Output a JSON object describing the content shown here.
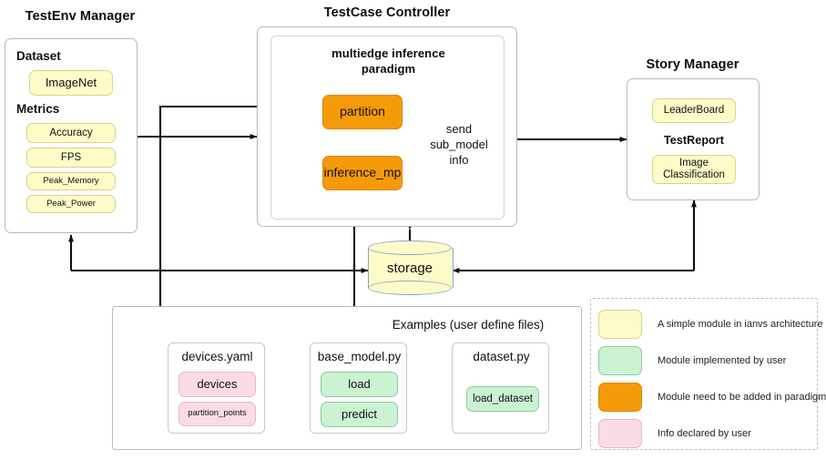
{
  "titles": {
    "testenv": "TestEnv Manager",
    "testcase": "TestCase Controller",
    "story": "Story Manager"
  },
  "testenv": {
    "dataset_label": "Dataset",
    "dataset_items": [
      "ImageNet"
    ],
    "metrics_label": "Metrics",
    "metrics_items": [
      "Accuracy",
      "FPS",
      "Peak_Memory",
      "Peak_Power"
    ]
  },
  "testcase": {
    "paradigm_line1": "multiedge inference",
    "paradigm_line2": "paradigm",
    "modules": [
      "partition",
      "inference_mp"
    ],
    "edge_label_lines": [
      "send",
      "sub_model",
      "info"
    ]
  },
  "story": {
    "leaderboard": "LeaderBoard",
    "testreport_label": "TestReport",
    "report_item_line1": "Image",
    "report_item_line2": "Classification"
  },
  "storage": {
    "label": "storage"
  },
  "examples": {
    "caption": "Examples (user define files)",
    "files": [
      {
        "name": "devices.yaml",
        "items": [
          "devices",
          "partition_points"
        ]
      },
      {
        "name": "base_model.py",
        "items": [
          "load",
          "predict"
        ]
      },
      {
        "name": "dataset.py",
        "items": [
          "load_dataset"
        ]
      }
    ]
  },
  "legend": {
    "rows": [
      {
        "color": "#fdfbc8",
        "text": "A simple module in ianvs architecture"
      },
      {
        "color": "#ccf2d4",
        "text": "Module implemented by user"
      },
      {
        "color": "#f59a0a",
        "text": "Module need to be added in paradigm"
      },
      {
        "color": "#fbdce4",
        "text": "Info declared by user"
      }
    ]
  },
  "colors": {
    "simple_module": "#fdfbc8",
    "user_module": "#ccf2d4",
    "paradigm_module": "#f59a0a",
    "user_info": "#fbdce4",
    "wire": "#111111"
  }
}
